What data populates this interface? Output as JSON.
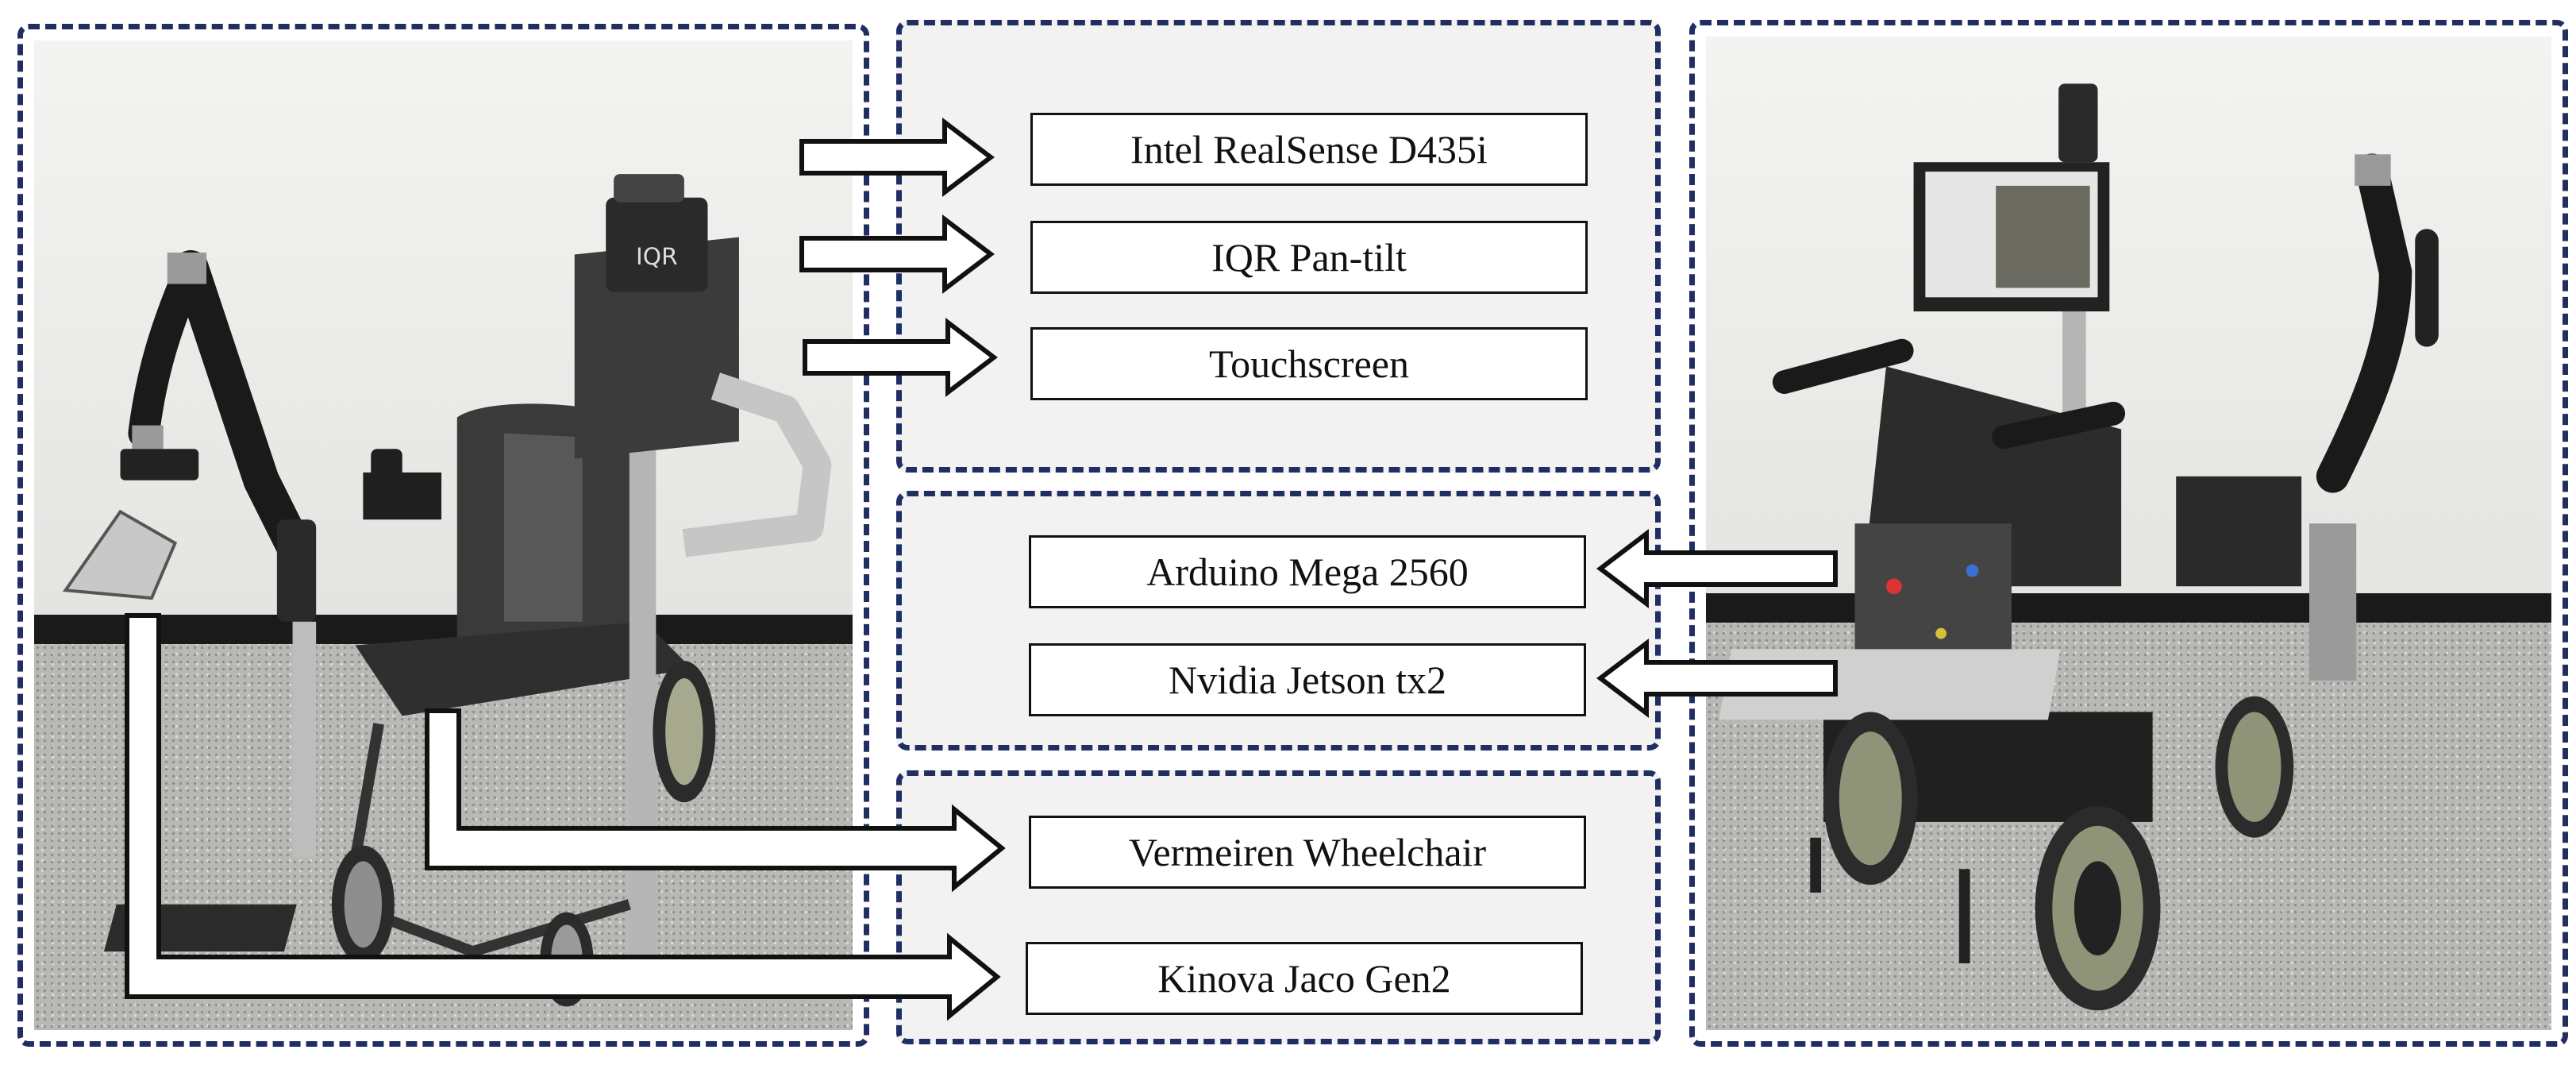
{
  "components": {
    "camera": "Intel RealSense D435i",
    "pantilt": "IQR Pan-tilt",
    "touchscreen": "Touchscreen",
    "arduino": "Arduino Mega 2560",
    "jetson": "Nvidia Jetson tx2",
    "wheelchair": "Vermeiren Wheelchair",
    "arm": "Kinova Jaco Gen2"
  },
  "logo_text": "IQR",
  "colors": {
    "panel_border": "#1f2f63",
    "panel_fill": "#f2f2f2",
    "box_border": "#111111"
  }
}
